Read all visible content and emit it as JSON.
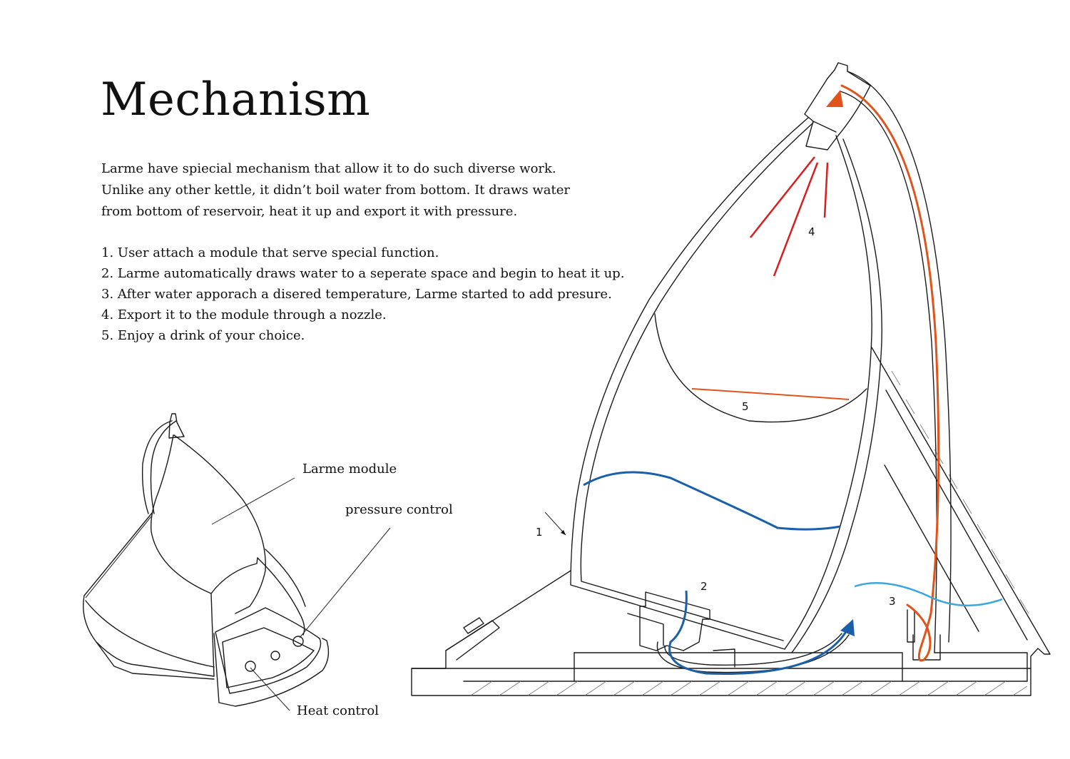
{
  "title": "Mechanism",
  "intro": [
    "Larme have spiecial mechanism that allow it to do such diverse work.",
    "Unlike any other kettle, it didn’t boil water from bottom. It draws water",
    "from bottom of reservoir, heat it up and export it with pressure."
  ],
  "steps": [
    "1. User attach a module that serve special function.",
    "2. Larme automatically draws water to a seperate space and begin to heat it up.",
    "3. After water apporach a disered temperature, Larme started to add presure.",
    "4. Export it to the module through a nozzle.",
    "5. Enjoy a drink of your choice."
  ],
  "labels": {
    "module": "Larme module",
    "pressure": "pressure control",
    "heat": "Heat control"
  },
  "markers": [
    "1",
    "2",
    "3",
    "4",
    "5"
  ],
  "colors": {
    "heat_path": "#e0541c",
    "steam": "#d81e1e",
    "water_dark": "#1b5fa8",
    "water_light": "#3aa6dc",
    "drink_level": "#e0541c"
  }
}
